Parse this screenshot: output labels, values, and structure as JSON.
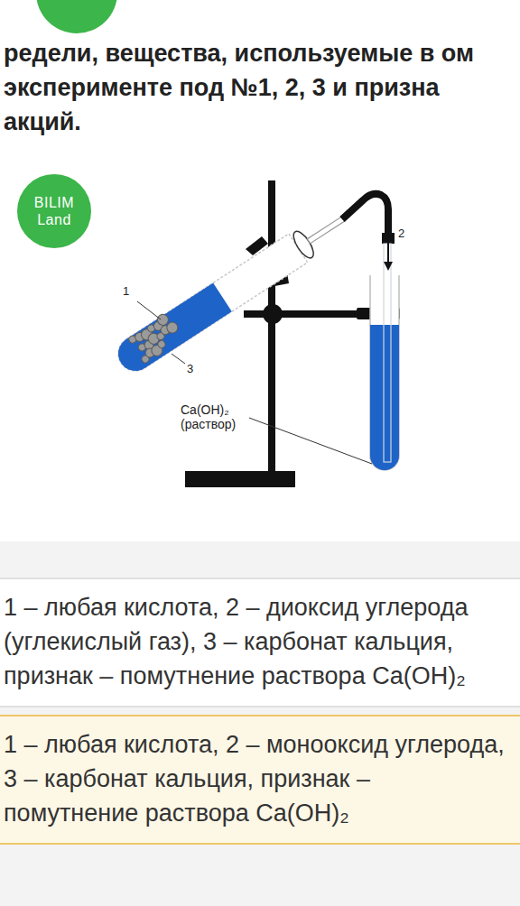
{
  "diagram": {
    "title": "редели, вещества, используемые в ом эксперименте под №1, 2, 3 и призна акций.",
    "nodes": [
      {
        "text": [
          "BILIM Land"
        ]
      },
      {
        "text": [
          "1 – любая кислота, 2 – диоксид углерода (углекислый газ), 3 – карбонат кальция, признак – помутнение раствора Ca(OH)₂"
        ]
      },
      {
        "text": [
          "1 – любая кислота, 2 – монооксид углерода, 3 – карбонат кальция, признак – помутнение раствора Ca(OH)₂"
        ]
      }
    ],
    "labels": [
      "1",
      "2",
      "3",
      "Ca(OH)₂ (раствор)"
    ]
  }
}
